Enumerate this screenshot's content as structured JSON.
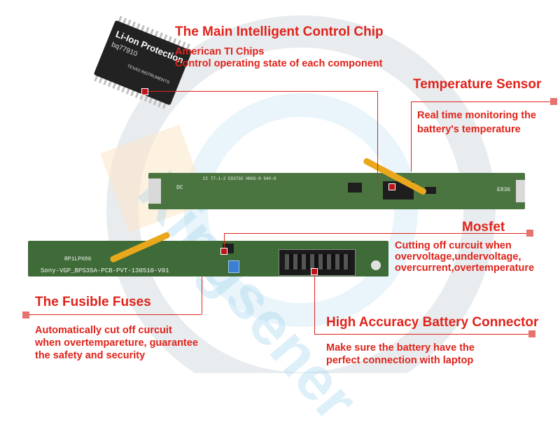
{
  "chip": {
    "label_line1": "Li-Ion Protection",
    "label_line2": "bq77910",
    "brand": "TEXAS INSTRUMENTS"
  },
  "main_chip": {
    "title": "The Main Intelligent Control Chip",
    "line1": "American TI Chips",
    "line2": "Control operating state of each component"
  },
  "temperature_sensor": {
    "title": "Temperature Sensor",
    "line1": "Real time monitoring the",
    "line2": "battery's temperature"
  },
  "mosfet": {
    "title": "Mosfet",
    "line1": "Cutting off curcuit when",
    "line2": "overvoltage,undervoltage,",
    "line3": "overcurrent,overtemperature"
  },
  "fusible_fuses": {
    "title": "The Fusible Fuses",
    "line1": "Automatically cut off curcuit",
    "line2": "when overtempareture, guarantee",
    "line3": "the safety and security"
  },
  "battery_connector": {
    "title": "High Accuracy Battery Connector",
    "line1": "Make sure the battery have the",
    "line2": "perfect connection with laptop"
  },
  "pcb_top": {
    "silk_left": "DC",
    "silk_mid": "CC 77-1-2 E83792 HOHS-0 94V-0",
    "silk_right": "E836"
  },
  "pcb_bottom": {
    "silk_model": "Sony-VGP_BPS35A-PCB-PVT-130510-V01",
    "silk_id": "RP1LPX06"
  },
  "watermark": {
    "text": "Kingsener"
  },
  "colors": {
    "accent_red": "#e0231b",
    "pcb_green": "#3f6b38",
    "kapton_tape": "#e9a81c"
  }
}
